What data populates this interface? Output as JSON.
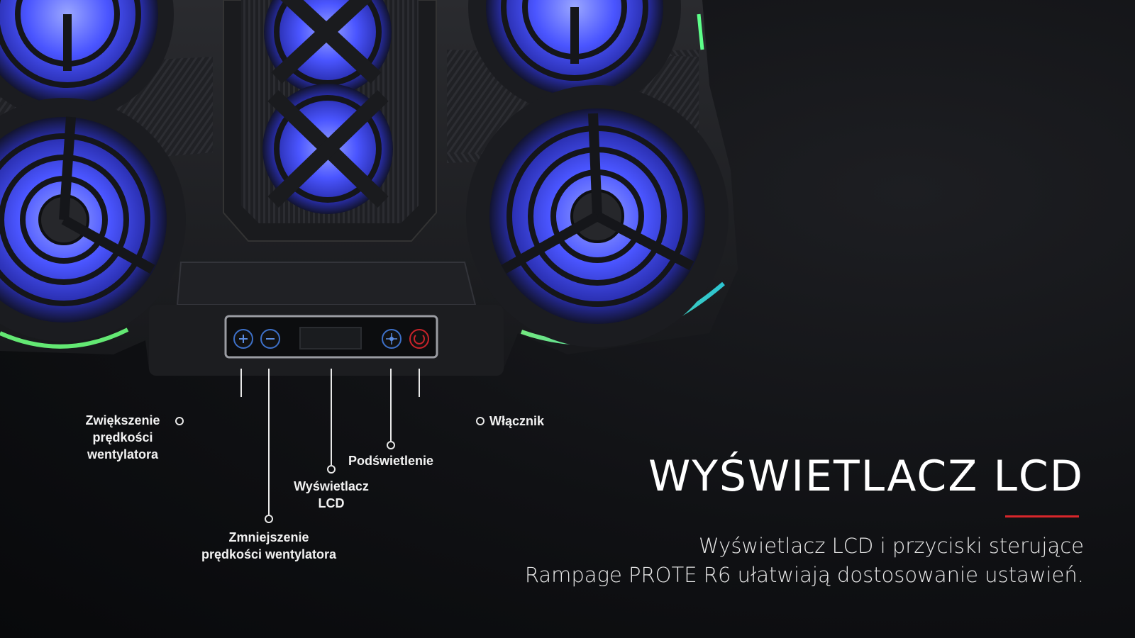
{
  "callouts": {
    "increase_speed": {
      "line1": "Zwiększenie",
      "line2": "prędkości",
      "line3": "wentylatora"
    },
    "decrease_speed": {
      "line1": "Zmniejszenie",
      "line2": "prędkości wentylatora"
    },
    "lcd_display": {
      "line1": "Wyświetlacz",
      "line2": "LCD"
    },
    "backlight": {
      "label": "Podświetlenie"
    },
    "power": {
      "label": "Włącznik"
    }
  },
  "headline": "WYŚWIETLACZ LCD",
  "description": {
    "line1": "Wyświetlacz LCD i przyciski sterujące",
    "line2": "Rampage PROTE R6 ułatwiają dostosowanie ustawień."
  },
  "colors": {
    "accent": "#d8262b",
    "fan_glow": "#3b4cff",
    "rgb_green": "#3bea7a",
    "rgb_cyan": "#2fd7e6",
    "power_button": "#c8232a"
  },
  "icons": {
    "increase_button": "plus-icon",
    "decrease_button": "minus-icon",
    "backlight_button": "light-icon",
    "power_button": "power-icon"
  }
}
